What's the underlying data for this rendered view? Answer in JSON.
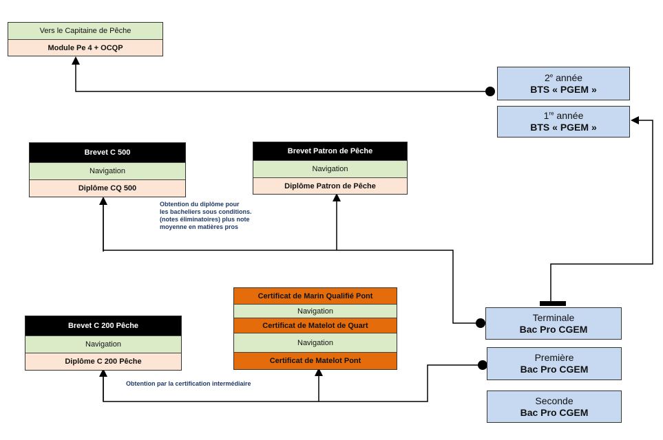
{
  "capitaine": {
    "title": "Vers le Capitaine de Pêche",
    "module": "Module Pe 4 + OCQP"
  },
  "bts2": {
    "ordinal": "2",
    "suffix": "e",
    "annee": " année",
    "label": "BTS « PGEM »"
  },
  "bts1": {
    "ordinal": "1",
    "suffix": "re",
    "annee": " année",
    "label": "BTS « PGEM »"
  },
  "brevet_c500": {
    "title": "Brevet C 500",
    "nav": "Navigation",
    "diplome": "Diplôme CQ 500"
  },
  "brevet_patron": {
    "title": "Brevet  Patron de Pêche",
    "nav": "Navigation",
    "diplome": "Diplôme Patron de Pêche"
  },
  "note_bac": {
    "lines": [
      "Obtention  du diplôme pour",
      "les  bacheliers sous conditions.",
      "(notes éliminatoires) plus note",
      "moyenne en matières pros"
    ]
  },
  "certificats": {
    "marin": "Certificat de Marin Qualifié Pont",
    "nav1": "Navigation",
    "quart": "Certificat de Matelot de Quart",
    "nav2": "Navigation",
    "pont": "Certificat de Matelot Pont"
  },
  "brevet_c200": {
    "title": "Brevet C 200 Pêche",
    "nav": "Navigation",
    "diplome": "Diplôme C 200 Pêche"
  },
  "note_cert": "Obtention par la certification intermédiaire",
  "terminale": {
    "line1": "Terminale",
    "line2": "Bac Pro CGEM"
  },
  "premiere": {
    "line1": "Première",
    "line2": "Bac Pro CGEM"
  },
  "seconde": {
    "line1": "Seconde",
    "line2": "Bac Pro  CGEM"
  }
}
